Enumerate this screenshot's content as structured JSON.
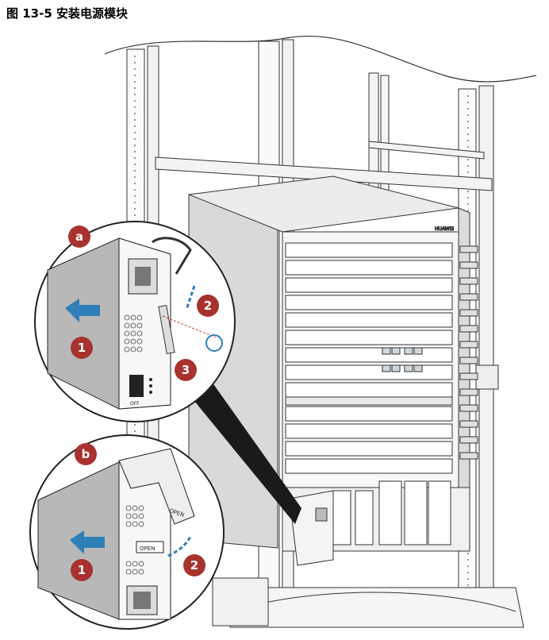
{
  "figure": {
    "caption": "图 13-5 安装电源模块"
  },
  "callouts": {
    "a": "a",
    "b": "b",
    "a_step1": "1",
    "a_step2": "2",
    "a_step3": "3",
    "b_step1": "1",
    "b_step2": "2"
  },
  "labels": {
    "brand": "HUAWEI",
    "open_lever": "OPEN",
    "open_panel": "OPEN",
    "off_switch": "OFF"
  },
  "colors": {
    "badge": "#a8322e",
    "arrow": "#2f7fb8",
    "line": "#333333"
  }
}
